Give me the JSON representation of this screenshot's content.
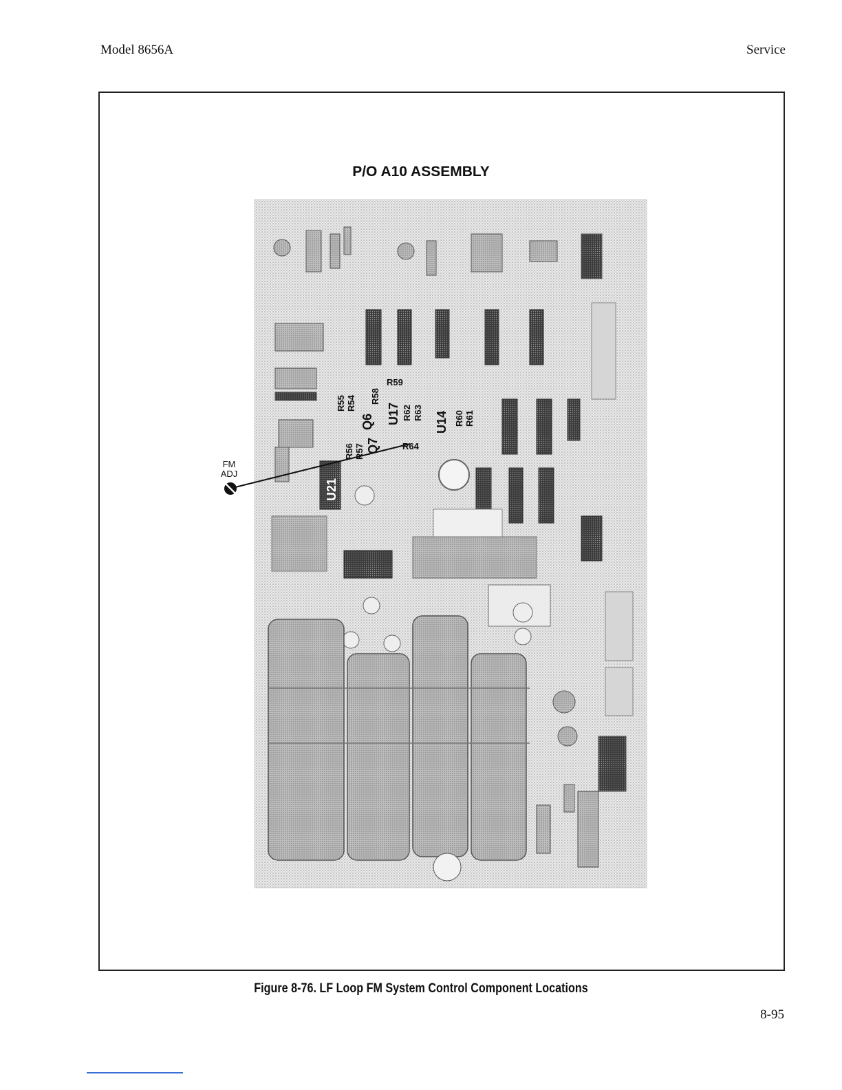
{
  "header": {
    "model": "Model 8656A",
    "section": "Service"
  },
  "figure": {
    "title": "P/O A10 ASSEMBLY",
    "adjust_label_line1": "FM",
    "adjust_label_line2": "ADJ",
    "component_labels": {
      "r59": "R59",
      "r58": "R58",
      "r55": "R55",
      "r54": "R54",
      "q6": "Q6",
      "u17": "U17",
      "r62": "R62",
      "r63": "R63",
      "u14": "U14",
      "r60": "R60",
      "r61": "R61",
      "r56": "R56",
      "r57": "R57",
      "q7": "Q7",
      "r64": "R64",
      "u21": "U21"
    }
  },
  "caption": "Figure 8-76. LF Loop FM System Control Component Locations",
  "page_number": "8-95"
}
